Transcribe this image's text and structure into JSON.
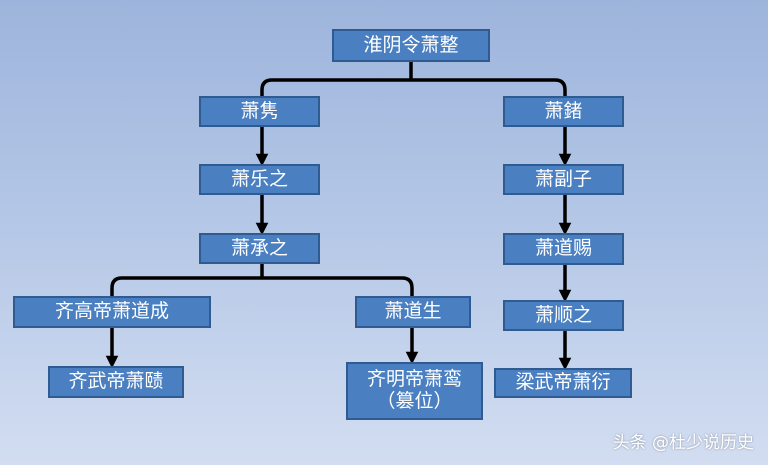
{
  "nodes": {
    "root": "淮阴令萧整",
    "xiao_jun": "萧隽",
    "xiao_ke": "萧鍺",
    "xiao_lezhi": "萧乐之",
    "xiao_fuzi": "萧副子",
    "xiao_chengzhi": "萧承之",
    "xiao_daoci": "萧道赐",
    "qi_gaodi": "齐高帝萧道成",
    "xiao_daosheng": "萧道生",
    "xiao_shunzhi": "萧顺之",
    "qi_wudi": "齐武帝萧赜",
    "qi_mingdi_line1": "齐明帝萧鸾",
    "qi_mingdi_line2": "（篡位）",
    "liang_wudi": "梁武帝萧衍"
  },
  "watermark": "头条 @杜少说历史",
  "colors": {
    "node_fill": "#4a7fc1",
    "node_border": "#2f5b91",
    "connector": "#000000"
  }
}
